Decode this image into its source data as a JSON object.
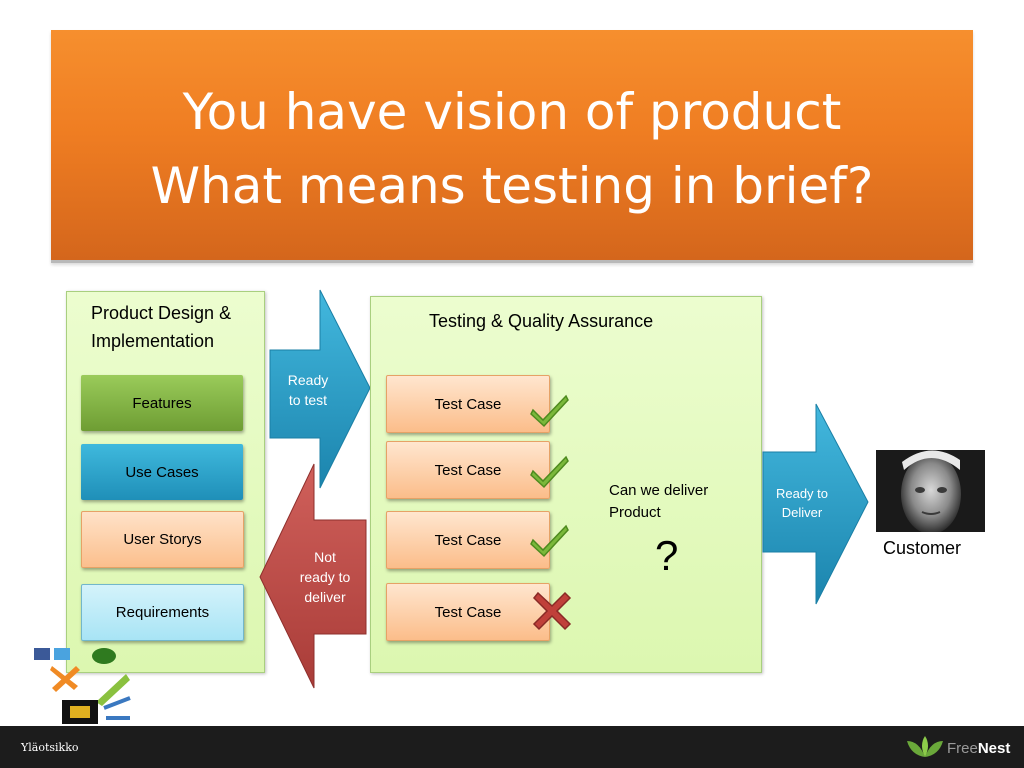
{
  "title": {
    "line1": "You have vision of product",
    "line2": "What means testing in brief?"
  },
  "design_panel": {
    "title_line1": "Product Design &",
    "title_line2": "Implementation",
    "boxes": [
      "Features",
      "Use Cases",
      "User Storys",
      "Requirements"
    ]
  },
  "arrows": {
    "ready_to_test": [
      "Ready",
      "to test"
    ],
    "not_ready": [
      "Not",
      "ready to",
      "deliver"
    ],
    "ready_to_deliver": [
      "Ready to",
      "Deliver"
    ]
  },
  "testing_panel": {
    "title": "Testing & Quality Assurance",
    "test_cases": [
      {
        "label": "Test Case",
        "status": "pass"
      },
      {
        "label": "Test Case",
        "status": "pass"
      },
      {
        "label": "Test Case",
        "status": "pass"
      },
      {
        "label": "Test Case",
        "status": "fail"
      }
    ],
    "question_line1": "Can we deliver",
    "question_line2": "Product",
    "question_mark": "?"
  },
  "customer": {
    "label": "Customer"
  },
  "footer": {
    "text": "Yläotsikko",
    "brand_free": "Free",
    "brand_nest": "Nest"
  },
  "colors": {
    "banner": "#ef7d22",
    "panel": "#e4fac0",
    "arrow_blue": "#2a9fc9",
    "arrow_red": "#c0504d",
    "check": "#7ab83a",
    "cross": "#c0403a"
  }
}
